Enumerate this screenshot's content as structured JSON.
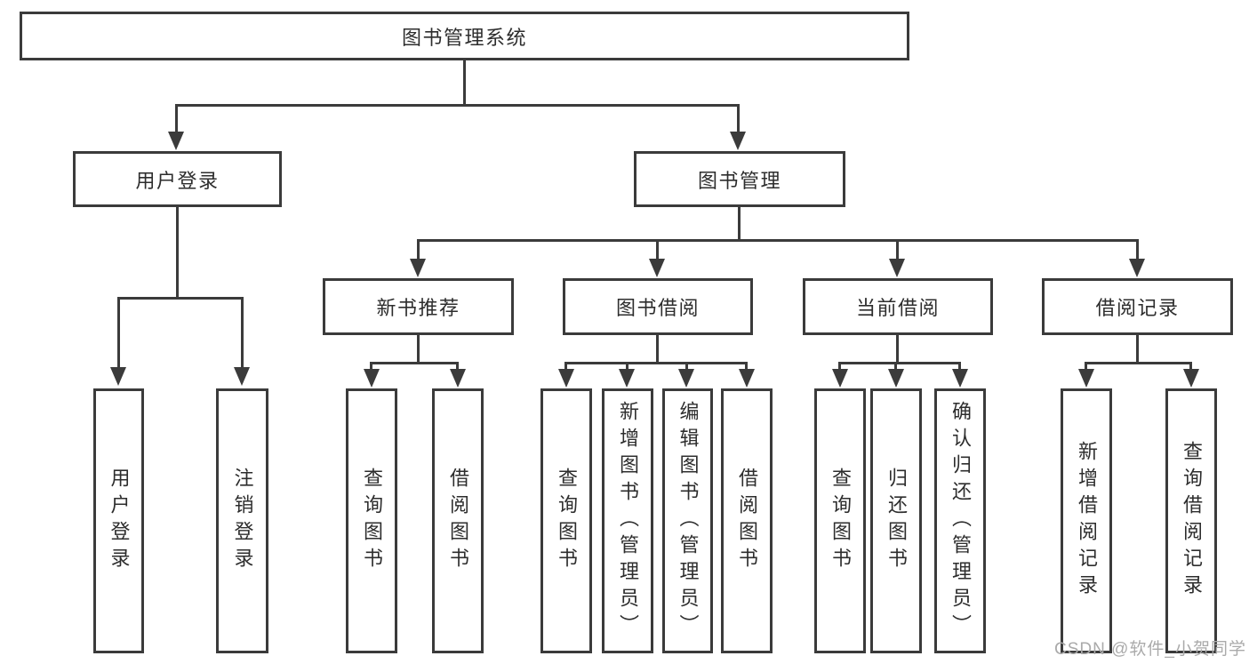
{
  "root": {
    "label": "图书管理系统"
  },
  "branches": [
    {
      "label": "用户登录",
      "children": [
        {
          "label": "用户登录"
        },
        {
          "label": "注销登录"
        }
      ]
    },
    {
      "label": "图书管理",
      "children": [
        {
          "label": "新书推荐",
          "children": [
            {
              "label": "查询图书"
            },
            {
              "label": "借阅图书"
            }
          ]
        },
        {
          "label": "图书借阅",
          "children": [
            {
              "label": "查询图书"
            },
            {
              "label": "新增图书（管理员）"
            },
            {
              "label": "编辑图书（管理员）"
            },
            {
              "label": "借阅图书"
            }
          ]
        },
        {
          "label": "当前借阅",
          "children": [
            {
              "label": "查询图书"
            },
            {
              "label": "归还图书"
            },
            {
              "label": "确认归还（管理员）"
            }
          ]
        },
        {
          "label": "借阅记录",
          "children": [
            {
              "label": "新增借阅记录"
            },
            {
              "label": "查询借阅记录"
            }
          ]
        }
      ]
    }
  ],
  "watermark": {
    "text": "CSDN @软件_小贺同学"
  },
  "colors": {
    "line": "#3b3b3b",
    "text": "#2d2d2d",
    "background": "#ffffff",
    "watermark": "#aaaaaa"
  }
}
